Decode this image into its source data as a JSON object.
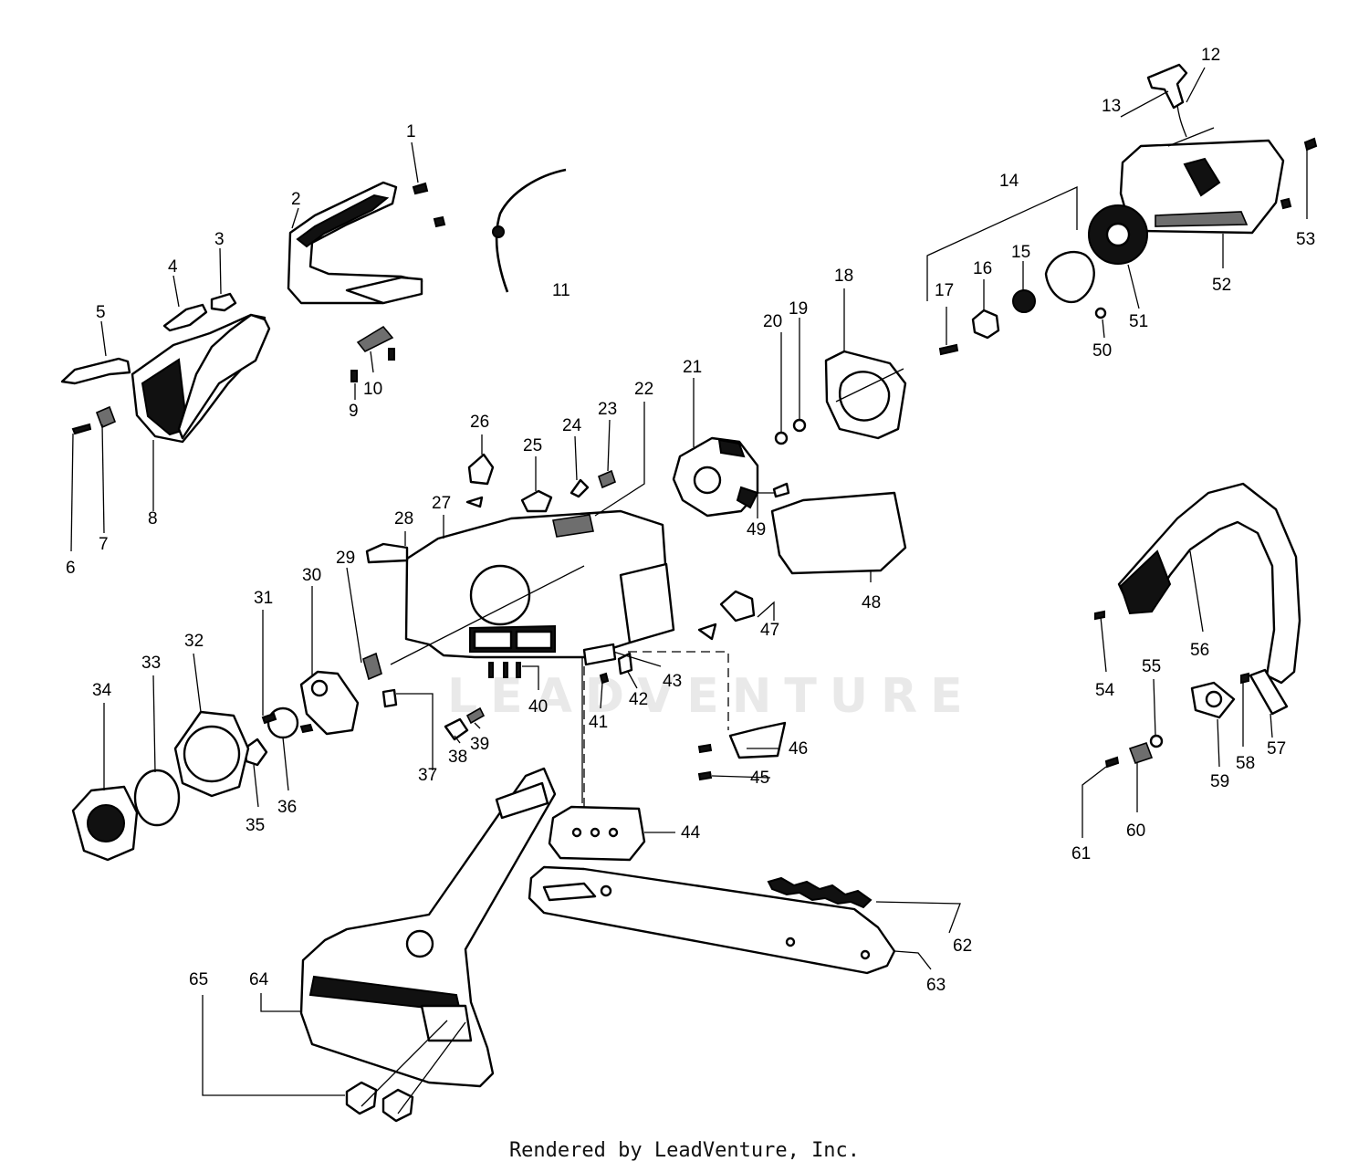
{
  "watermark": "LEADVENTURE",
  "footer": "Rendered by LeadVenture, Inc.",
  "callouts": {
    "c1": "1",
    "c2": "2",
    "c3": "3",
    "c4": "4",
    "c5": "5",
    "c6": "6",
    "c7": "7",
    "c8": "8",
    "c9": "9",
    "c10": "10",
    "c11": "11",
    "c12": "12",
    "c13": "13",
    "c14": "14",
    "c15": "15",
    "c16": "16",
    "c17": "17",
    "c18": "18",
    "c19": "19",
    "c20": "20",
    "c21": "21",
    "c22": "22",
    "c23": "23",
    "c24": "24",
    "c25": "25",
    "c26": "26",
    "c27": "27",
    "c28": "28",
    "c29": "29",
    "c30": "30",
    "c31": "31",
    "c32": "32",
    "c33": "33",
    "c34": "34",
    "c35": "35",
    "c36": "36",
    "c37": "37",
    "c38": "38",
    "c39": "39",
    "c40": "40",
    "c41": "41",
    "c42": "42",
    "c43": "43",
    "c44": "44",
    "c45": "45",
    "c46": "46",
    "c47": "47",
    "c48": "48",
    "c49": "49",
    "c50": "50",
    "c51": "51",
    "c52": "52",
    "c53": "53",
    "c54": "54",
    "c55": "55",
    "c56": "56",
    "c57": "57",
    "c58": "58",
    "c59": "59",
    "c60": "60",
    "c61": "61",
    "c62": "62",
    "c63": "63",
    "c64": "64",
    "c65": "65"
  }
}
